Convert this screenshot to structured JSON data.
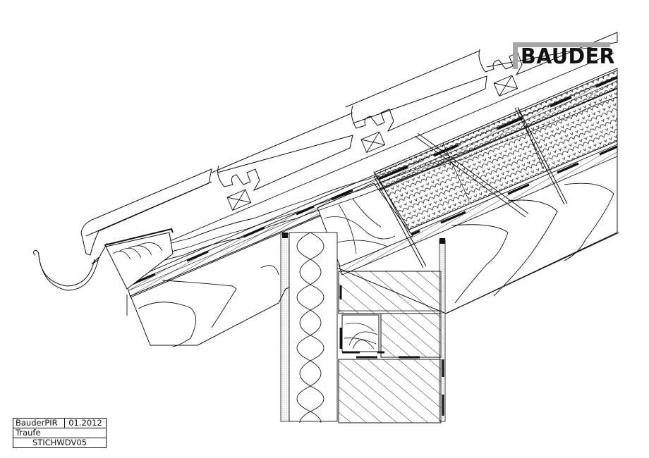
{
  "logo": {
    "text": "BAUDER",
    "bar_color": "#a6a6a6",
    "text_color": "#111111"
  },
  "title_block": {
    "product": "BauderPIR",
    "date": "01.2012",
    "detail": "Traufe",
    "drawing_id": "STICHWDV05"
  },
  "drawing": {
    "subject": "roof eave detail (Traufe) with on-rafter PIR insulation",
    "line_color": "#111111",
    "background": "#ffffff",
    "elements": [
      "roof-tiles",
      "tile-battens",
      "counter-battens",
      "pir-insulation-boards",
      "fastening-screws",
      "rafter",
      "roof-gutter",
      "eaves-board",
      "wall-insulation",
      "wall-plate",
      "masonry-wall",
      "timber-post",
      "membrane-layers"
    ]
  }
}
